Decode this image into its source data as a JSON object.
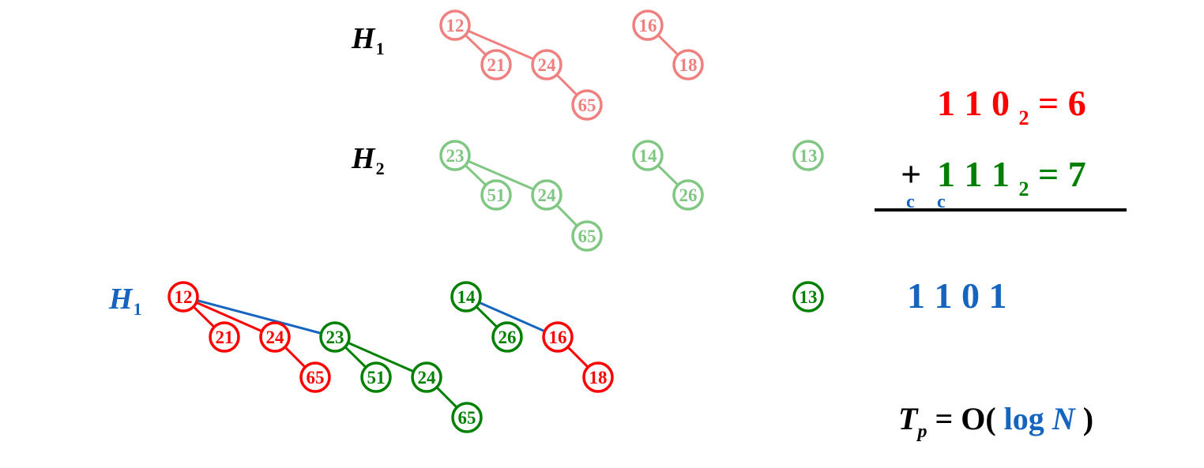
{
  "labels": {
    "h1_top": {
      "base": "H",
      "sub": "1"
    },
    "h2": {
      "base": "H",
      "sub": "2"
    },
    "h1_result": {
      "base": "H",
      "sub": "1"
    }
  },
  "colors": {
    "faded_red": "#f08080",
    "faded_green": "#81c784",
    "red": "#ff0000",
    "green": "#008000",
    "blue": "#1565c0",
    "black": "#000000"
  },
  "heap_h1": {
    "trees": [
      {
        "nodes": [
          "12",
          "21",
          "24",
          "65"
        ]
      },
      {
        "nodes": [
          "16",
          "18"
        ]
      }
    ]
  },
  "heap_h2": {
    "trees": [
      {
        "nodes": [
          "23",
          "51",
          "24",
          "65"
        ]
      },
      {
        "nodes": [
          "14",
          "26"
        ]
      },
      {
        "nodes": [
          "13"
        ]
      }
    ]
  },
  "merged": {
    "trees": [
      {
        "nodes": [
          "12",
          "21",
          "24",
          "65",
          "23",
          "51",
          "24",
          "65"
        ]
      },
      {
        "nodes": [
          "14",
          "26",
          "16",
          "18"
        ]
      },
      {
        "nodes": [
          "13"
        ]
      }
    ]
  },
  "addition": {
    "line1": {
      "digits": "1 1 0",
      "base": "2",
      "rest": "= 6"
    },
    "line2": {
      "op": "+",
      "digits": "1 1 1",
      "base": "2",
      "rest": "= 7"
    },
    "carries": [
      "c",
      "c"
    ],
    "result": "1 1 0 1"
  },
  "complexity": {
    "t": "T",
    "t_sub": "p",
    "eq": " = O( ",
    "log": "log ",
    "n": "N",
    "close": " )"
  }
}
